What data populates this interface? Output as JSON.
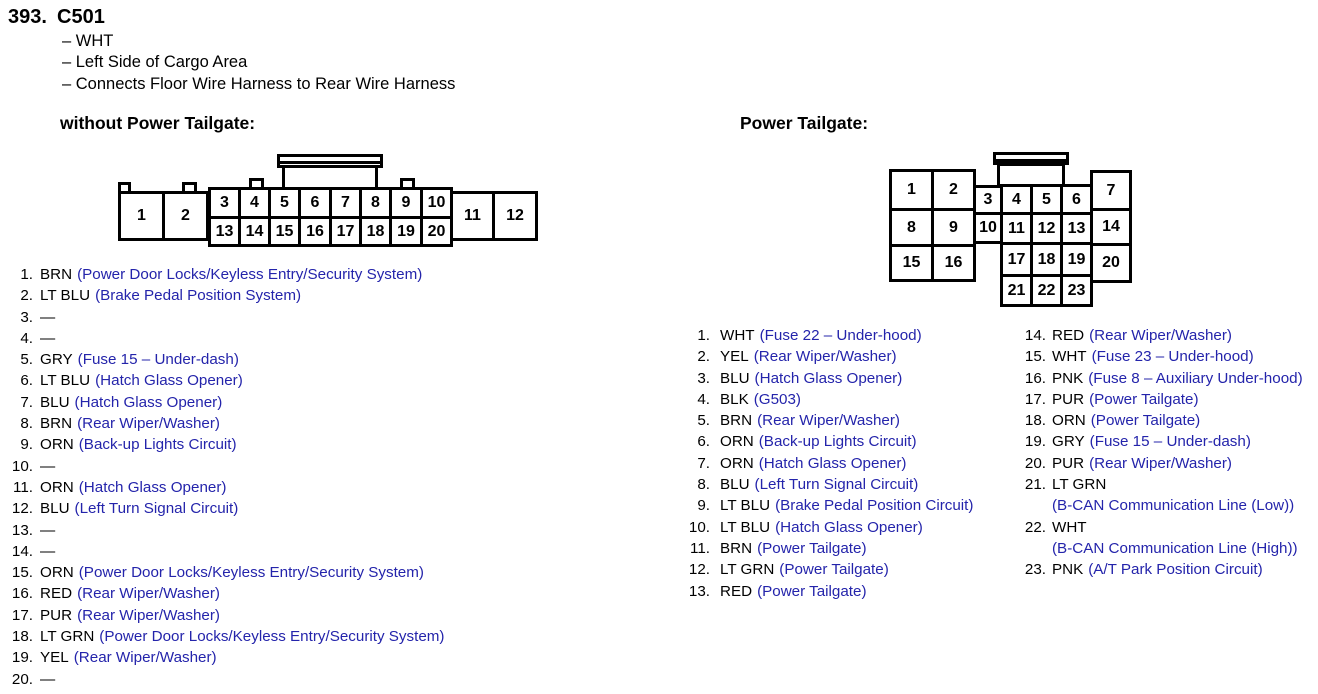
{
  "header": {
    "index": "393.",
    "connector_id": "C501",
    "details": [
      "– WHT",
      "– Left Side of Cargo Area",
      "– Connects Floor Wire Harness to Rear Wire Harness"
    ]
  },
  "sections": {
    "without_pt_heading": "without Power Tailgate:",
    "pt_heading": "Power Tailgate:"
  },
  "colors": {
    "circuit_blue": "#2424ab",
    "ink": "#000000"
  },
  "connectors": {
    "without_power_tailgate": {
      "big_left": [
        "1",
        "2"
      ],
      "row_top": [
        "3",
        "4",
        "5",
        "6",
        "7",
        "8",
        "9",
        "10"
      ],
      "row_bottom": [
        "13",
        "14",
        "15",
        "16",
        "17",
        "18",
        "19",
        "20"
      ],
      "big_right": [
        "11",
        "12"
      ]
    },
    "power_tailgate": {
      "left_block": [
        "1",
        "2",
        "8",
        "9",
        "15",
        "16"
      ],
      "small_col": [
        "3",
        "10"
      ],
      "mid_block": [
        "4",
        "5",
        "6",
        "11",
        "12",
        "13",
        "17",
        "18",
        "19",
        "21",
        "22",
        "23"
      ],
      "right_col": [
        "7",
        "14",
        "20"
      ]
    }
  },
  "pins": {
    "without_power_tailgate": [
      {
        "num": "1.",
        "wire": "BRN",
        "circuit": "(Power Door Locks/Keyless Entry/Security System)"
      },
      {
        "num": "2.",
        "wire": "LT BLU",
        "circuit": "(Brake Pedal Position System)"
      },
      {
        "num": "3.",
        "wire": "—",
        "circuit": ""
      },
      {
        "num": "4.",
        "wire": "—",
        "circuit": ""
      },
      {
        "num": "5.",
        "wire": "GRY",
        "circuit": "(Fuse 15 – Under-dash)"
      },
      {
        "num": "6.",
        "wire": "LT BLU",
        "circuit": "(Hatch Glass Opener)"
      },
      {
        "num": "7.",
        "wire": "BLU",
        "circuit": "(Hatch Glass Opener)"
      },
      {
        "num": "8.",
        "wire": "BRN",
        "circuit": "(Rear Wiper/Washer)"
      },
      {
        "num": "9.",
        "wire": "ORN",
        "circuit": "(Back-up Lights Circuit)"
      },
      {
        "num": "10.",
        "wire": "—",
        "circuit": ""
      },
      {
        "num": "11.",
        "wire": "ORN",
        "circuit": "(Hatch Glass Opener)"
      },
      {
        "num": "12.",
        "wire": "BLU",
        "circuit": "(Left Turn Signal Circuit)"
      },
      {
        "num": "13.",
        "wire": "—",
        "circuit": ""
      },
      {
        "num": "14.",
        "wire": "—",
        "circuit": ""
      },
      {
        "num": "15.",
        "wire": "ORN",
        "circuit": "(Power Door Locks/Keyless Entry/Security System)"
      },
      {
        "num": "16.",
        "wire": "RED",
        "circuit": "(Rear Wiper/Washer)"
      },
      {
        "num": "17.",
        "wire": "PUR",
        "circuit": "(Rear Wiper/Washer)"
      },
      {
        "num": "18.",
        "wire": "LT GRN",
        "circuit": "(Power Door Locks/Keyless Entry/Security System)"
      },
      {
        "num": "19.",
        "wire": "YEL",
        "circuit": "(Rear Wiper/Washer)"
      },
      {
        "num": "20.",
        "wire": "—",
        "circuit": ""
      }
    ],
    "power_tailgate_col1": [
      {
        "num": "1.",
        "wire": "WHT",
        "circuit": "(Fuse 22 – Under-hood)"
      },
      {
        "num": "2.",
        "wire": "YEL",
        "circuit": "(Rear Wiper/Washer)"
      },
      {
        "num": "3.",
        "wire": "BLU",
        "circuit": "(Hatch Glass Opener)"
      },
      {
        "num": "4.",
        "wire": "BLK",
        "circuit": "(G503)"
      },
      {
        "num": "5.",
        "wire": "BRN",
        "circuit": "(Rear Wiper/Washer)"
      },
      {
        "num": "6.",
        "wire": "ORN",
        "circuit": "(Back-up Lights Circuit)"
      },
      {
        "num": "7.",
        "wire": "ORN",
        "circuit": "(Hatch Glass Opener)"
      },
      {
        "num": "8.",
        "wire": "BLU",
        "circuit": "(Left Turn Signal Circuit)"
      },
      {
        "num": "9.",
        "wire": "LT BLU",
        "circuit": "(Brake Pedal Position Circuit)"
      },
      {
        "num": "10.",
        "wire": "LT BLU",
        "circuit": "(Hatch Glass Opener)"
      },
      {
        "num": "11.",
        "wire": "BRN",
        "circuit": "(Power Tailgate)"
      },
      {
        "num": "12.",
        "wire": "LT GRN",
        "circuit": "(Power Tailgate)"
      },
      {
        "num": "13.",
        "wire": "RED",
        "circuit": "(Power Tailgate)"
      }
    ],
    "power_tailgate_col2": [
      {
        "num": "14.",
        "wire": "RED",
        "circuit": "(Rear Wiper/Washer)"
      },
      {
        "num": "15.",
        "wire": "WHT",
        "circuit": "(Fuse 23 – Under-hood)"
      },
      {
        "num": "16.",
        "wire": "PNK",
        "circuit": "(Fuse 8 – Auxiliary Under-hood)"
      },
      {
        "num": "17.",
        "wire": "PUR",
        "circuit": "(Power Tailgate)"
      },
      {
        "num": "18.",
        "wire": "ORN",
        "circuit": "(Power Tailgate)"
      },
      {
        "num": "19.",
        "wire": "GRY",
        "circuit": "(Fuse 15 – Under-dash)"
      },
      {
        "num": "20.",
        "wire": "PUR",
        "circuit": "(Rear Wiper/Washer)"
      },
      {
        "num": "21.",
        "wire": "LT GRN",
        "circuit": "(B-CAN Communication Line (Low))",
        "wrap": true
      },
      {
        "num": "22.",
        "wire": "WHT",
        "circuit": "(B-CAN Communication Line (High))",
        "wrap": true
      },
      {
        "num": "23.",
        "wire": "PNK",
        "circuit": "(A/T Park Position Circuit)"
      }
    ]
  }
}
